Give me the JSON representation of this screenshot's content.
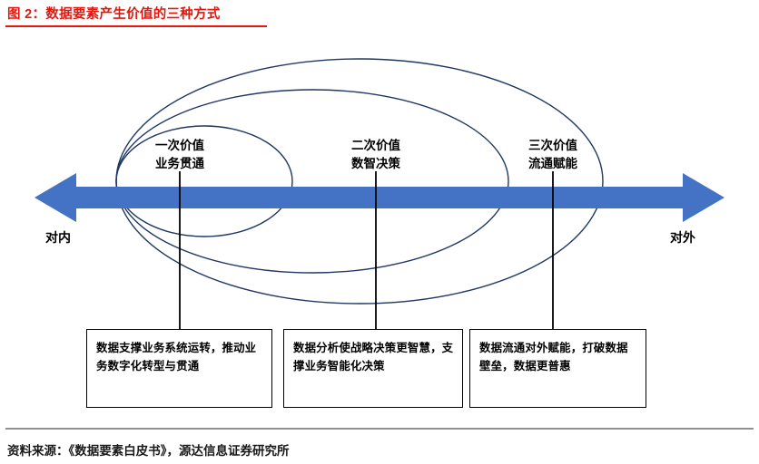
{
  "header": {
    "title": "图 2：数据要素产生价值的三种方式",
    "title_color": "#E3170D"
  },
  "diagram": {
    "axis": {
      "arrow_color": "#4472C4",
      "left_label": "对内",
      "right_label": "对外",
      "direction": "double-headed"
    },
    "ellipse_stroke_color": "#1F3864",
    "stages": [
      {
        "id": "stage-1",
        "label_line1": "一次价值",
        "label_line2": "业务贯通",
        "description": "数据支撑业务系统运转，推动业务数字化转型与贯通"
      },
      {
        "id": "stage-2",
        "label_line1": "二次价值",
        "label_line2": "数智决策",
        "description": "数据分析使战略决策更智慧，支撑业务智能化决策"
      },
      {
        "id": "stage-3",
        "label_line1": "三次价值",
        "label_line2": "流通赋能",
        "description": "数据流通对外赋能，打破数据壁垒，数据更普惠"
      }
    ]
  },
  "footer": {
    "source": "资料来源：《数据要素白皮书》，源达信息证券研究所"
  }
}
